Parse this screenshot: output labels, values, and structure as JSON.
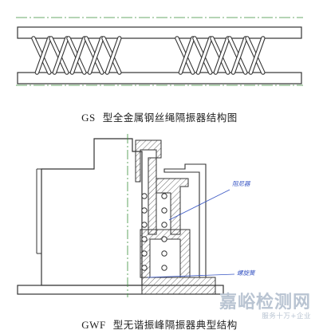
{
  "figures": {
    "top": {
      "caption_model": "GS",
      "caption_text": "型全金属钢丝绳隔振器结构图"
    },
    "bottom": {
      "caption_model": "GWF",
      "caption_text": "型无谐振峰隔振器典型结构",
      "callout_damper": "阻尼器",
      "callout_spring": "螺旋簧"
    }
  },
  "watermark": {
    "main": "嘉峪检测网",
    "sub": "服务十万+企业"
  },
  "colors": {
    "line": "#333333",
    "hatch": "#444444",
    "centerline": "#3a8f3a",
    "callout": "#3a57c4",
    "watermark": "#b9c4d2"
  }
}
